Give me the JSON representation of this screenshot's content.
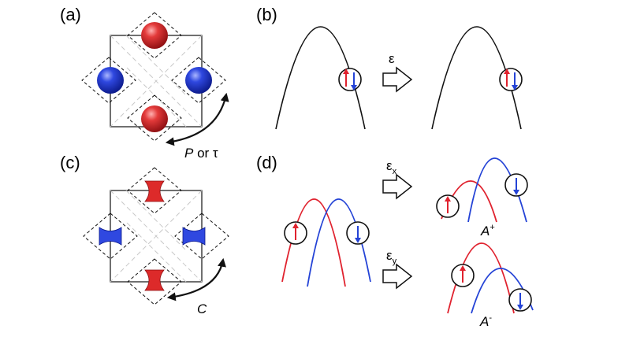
{
  "panels": {
    "a": {
      "label": "(a)",
      "op_P": "P",
      "op_or": " or ",
      "op_tau": "τ"
    },
    "b": {
      "label": "(b)",
      "strain": "ε"
    },
    "c": {
      "label": "(c)",
      "op": "C"
    },
    "d": {
      "label": "(d)",
      "strain_x": {
        "base": "ε",
        "sub": "x"
      },
      "strain_y": {
        "base": "ε",
        "sub": "y"
      },
      "state_plus": {
        "base": "A",
        "sup": "+"
      },
      "state_minus": {
        "base": "A",
        "sup": "-"
      }
    }
  },
  "colors": {
    "red": "#e0222e",
    "blue": "#2443d6",
    "black": "#111111",
    "grid": "#c8c8c8"
  }
}
